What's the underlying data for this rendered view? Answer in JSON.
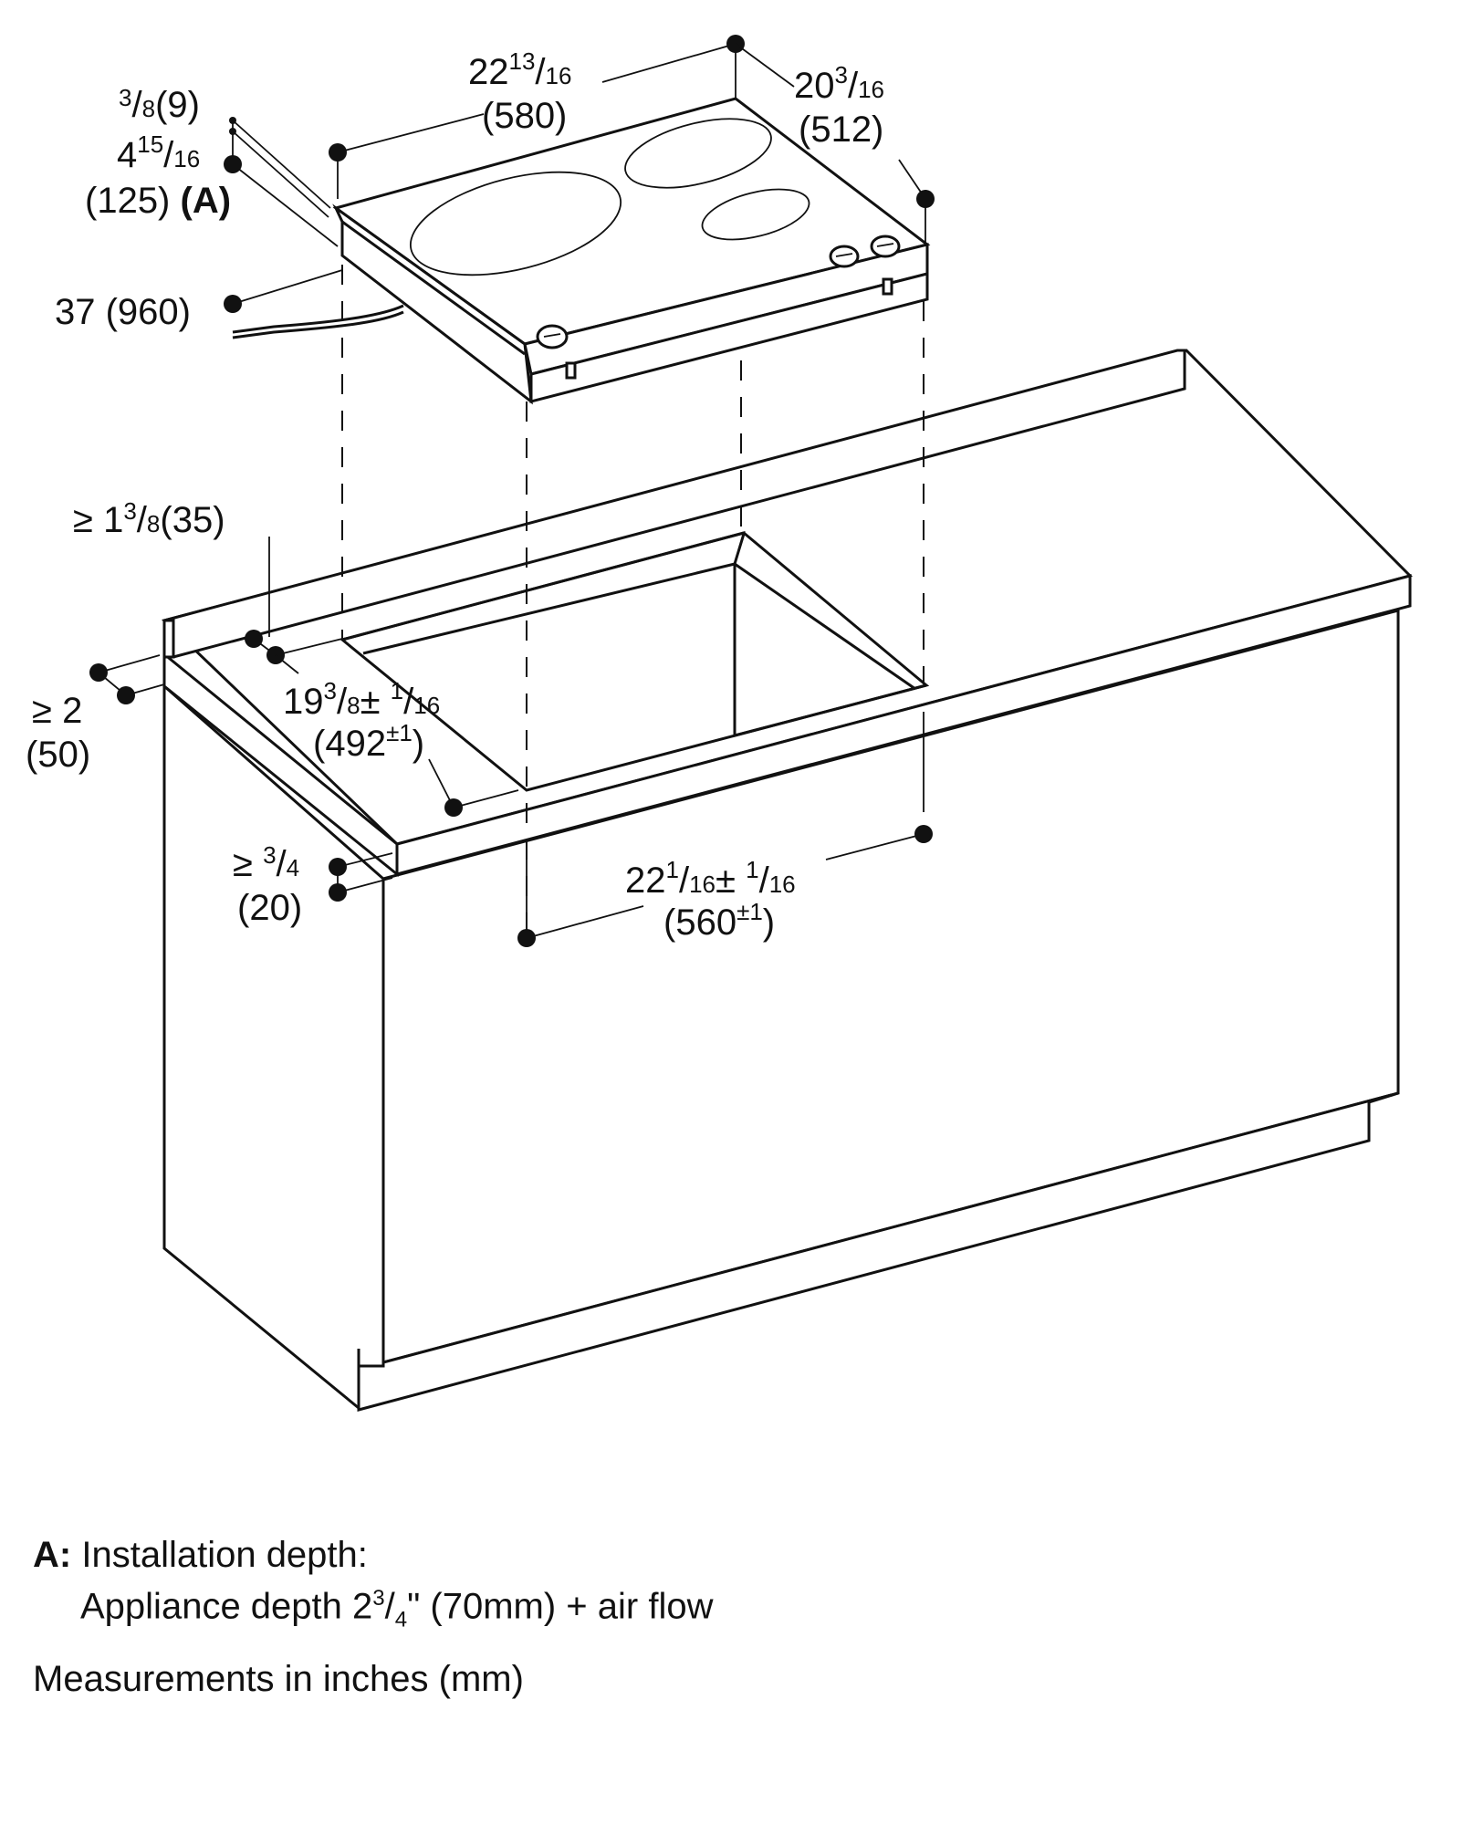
{
  "dimensions": {
    "width_top": {
      "inch": "22",
      "frac_num": "13",
      "frac_den": "16",
      "mm": "(580)"
    },
    "depth_top": {
      "inch": "20",
      "frac_num": "3",
      "frac_den": "16",
      "mm": "(512)"
    },
    "glass_thickness": {
      "frac_num": "3",
      "frac_den": "8",
      "mm": "(9)"
    },
    "install_height": {
      "inch": "4",
      "frac_num": "15",
      "frac_den": "16",
      "mm": "(125)",
      "ref": "(A)"
    },
    "cable_length": {
      "text": "37 (960)"
    },
    "rear_clearance": {
      "prefix": "≥ 1",
      "frac_num": "3",
      "frac_den": "8",
      "mm": "(35)"
    },
    "front_clearance": {
      "text": "≥ 2",
      "mm": "(50)"
    },
    "cutout_depth": {
      "inch": "19",
      "frac_num": "3",
      "frac_den": "8",
      "tol_num": "1",
      "tol_den": "16",
      "mm": "(492",
      "mm_tol": "±1",
      "mm_close": ")"
    },
    "countertop_thickness": {
      "prefix": "≥ ",
      "frac_num": "3",
      "frac_den": "4",
      "mm": "(20)"
    },
    "cutout_width": {
      "inch": "22",
      "frac_num": "1",
      "frac_den": "16",
      "tol_num": "1",
      "tol_den": "16",
      "mm": "(560",
      "mm_tol": "±1",
      "mm_close": ")"
    }
  },
  "legend": {
    "key": "A:",
    "line1": "Installation depth:",
    "line2_prefix": "Appliance depth 2",
    "line2_num": "3",
    "line2_den": "4",
    "line2_suffix": "\" (70mm) + air flow"
  },
  "note": "Measurements in inches (mm)"
}
